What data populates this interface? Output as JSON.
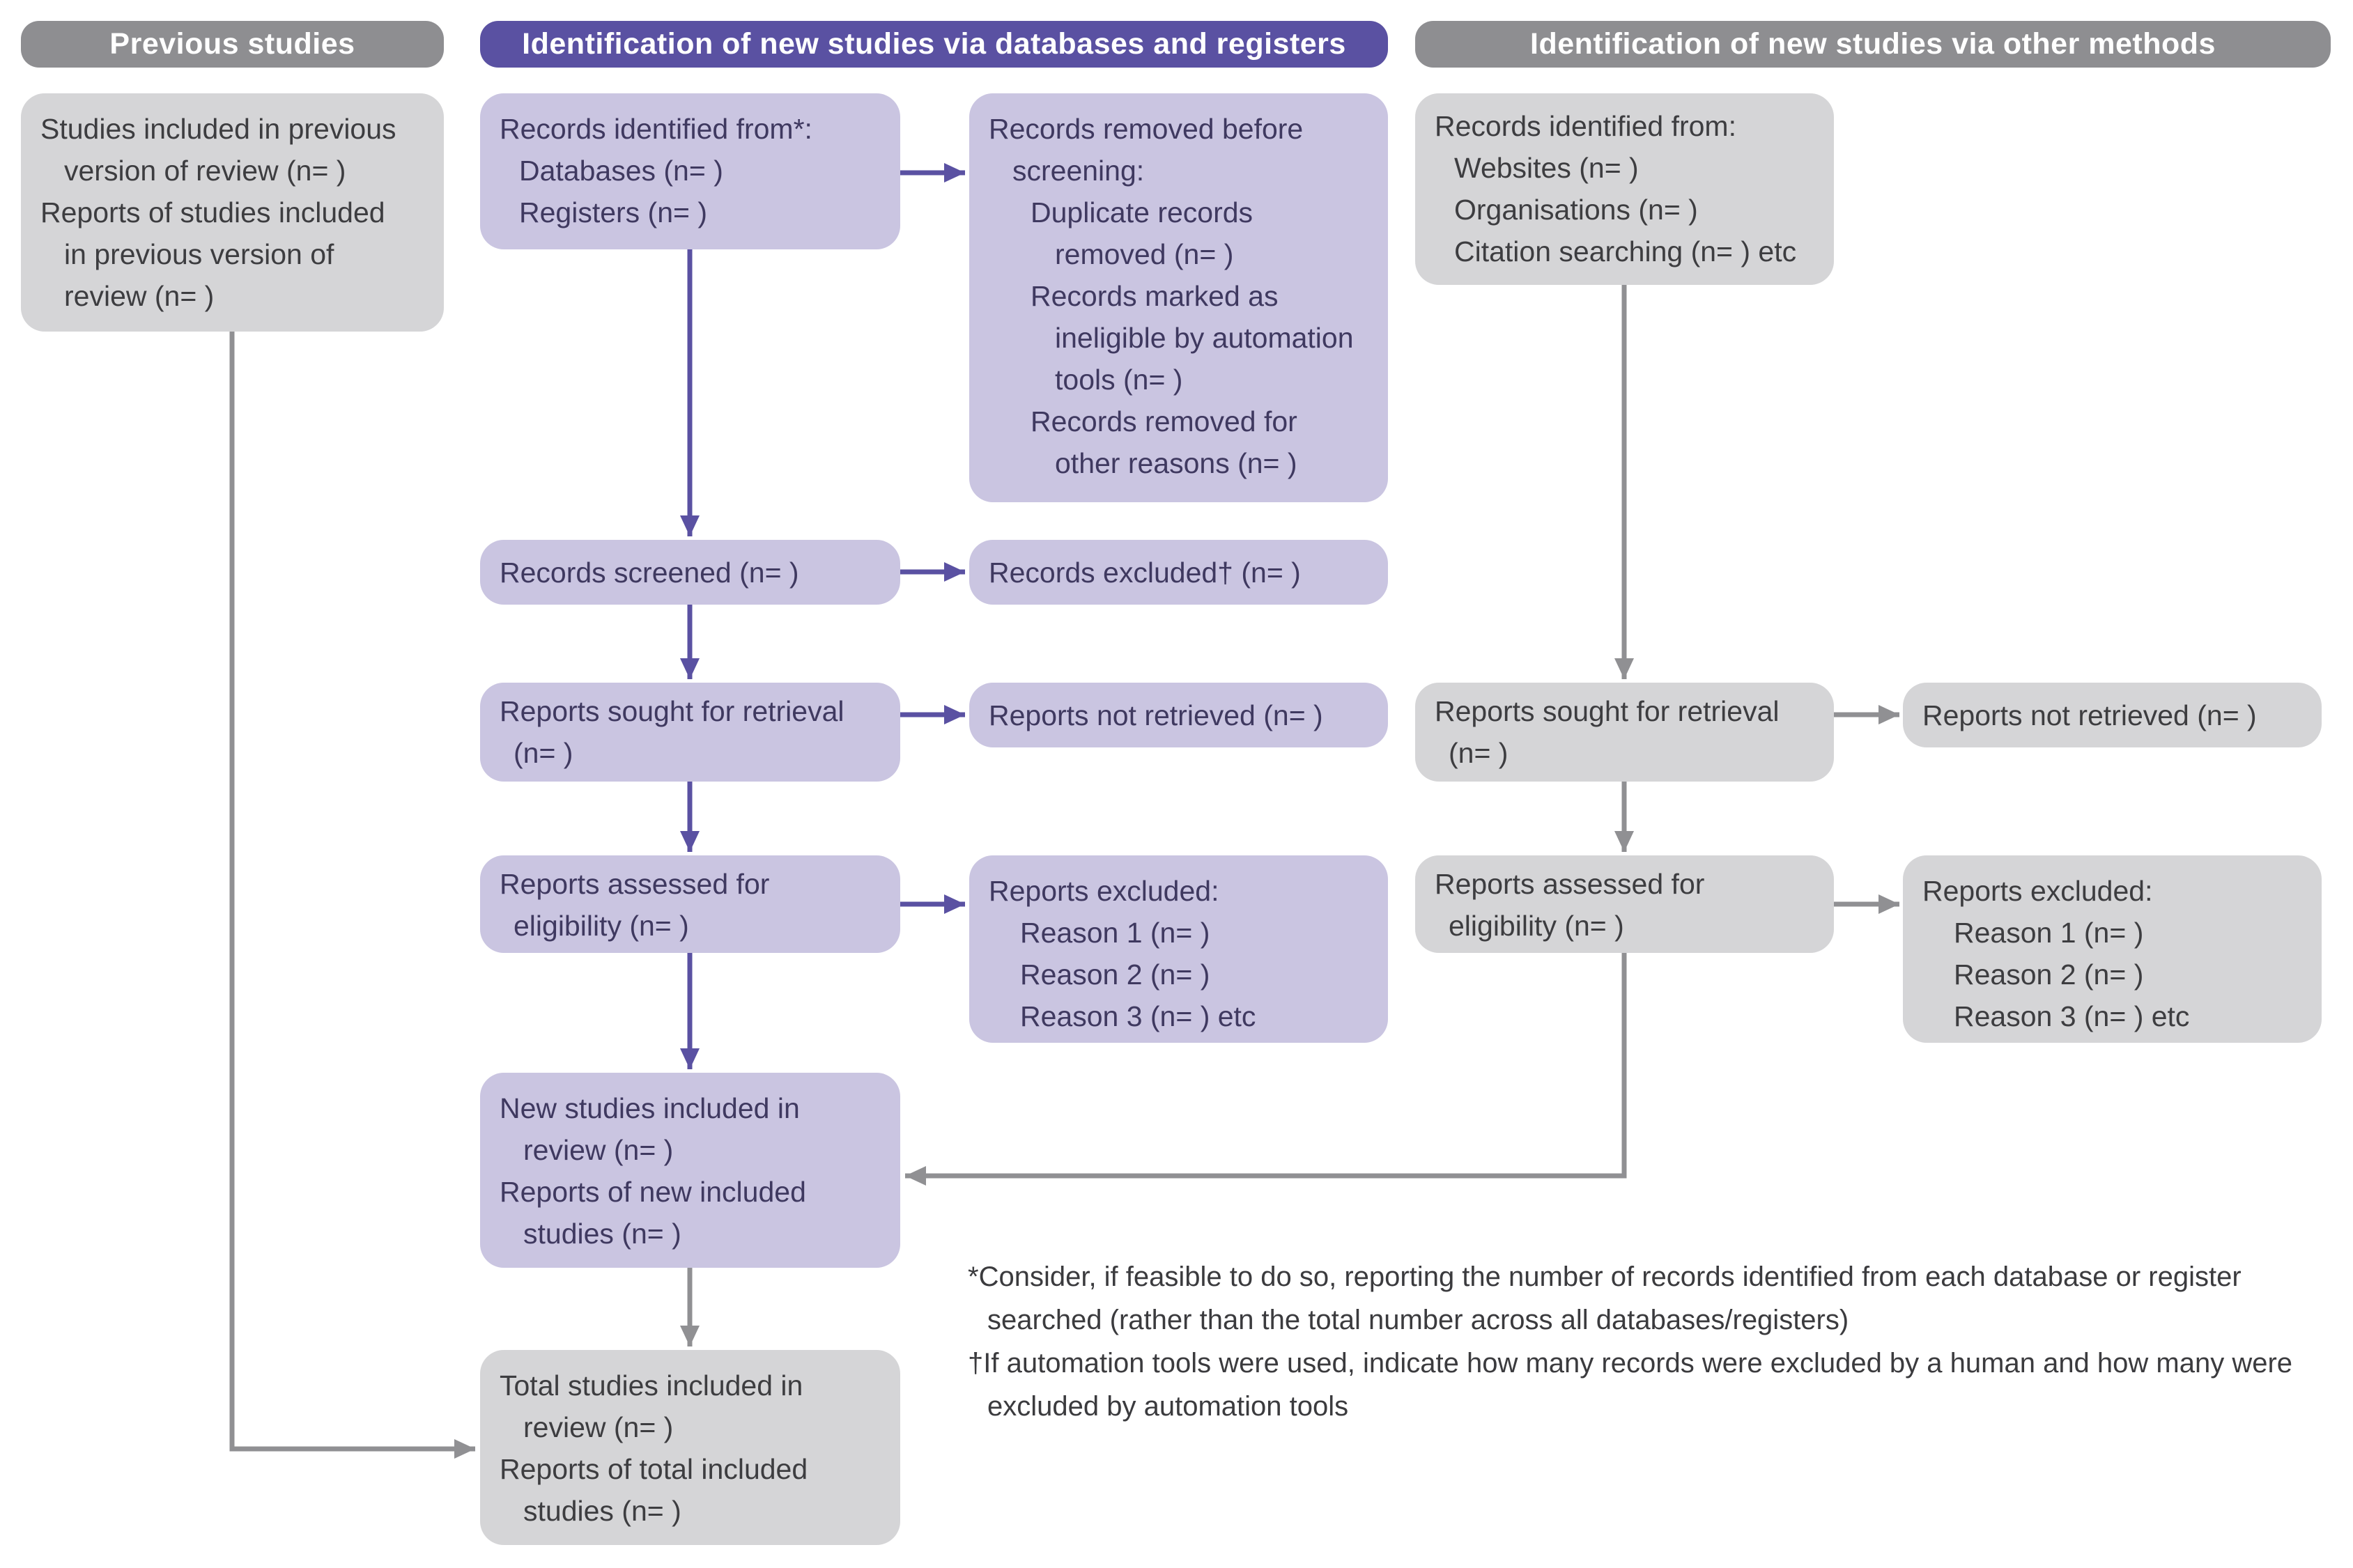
{
  "palette": {
    "purple_header_bg": "#5a51a2",
    "gray_header_bg": "#8e8e91",
    "purple_box_bg": "#cac5e1",
    "gray_box_bg": "#d5d5d7",
    "purple_arrow": "#5a51a2",
    "gray_arrow": "#909093",
    "purple_box_text": "#3f3960",
    "gray_box_text": "#3d3d40",
    "header_text": "#ffffff"
  },
  "headers": {
    "previous": "Previous studies",
    "databases": "Identification of new studies via databases and registers",
    "other": "Identification of new studies via other methods"
  },
  "boxes": {
    "previous_included": {
      "lines": [
        "Studies included in previous",
        "version of review (n= )",
        "Reports of studies included",
        "in previous version of",
        "review (n= )"
      ]
    },
    "records_identified_db": {
      "lines": [
        "Records identified from*:",
        "Databases (n= )",
        "Registers (n= )"
      ]
    },
    "records_removed": {
      "lines": [
        "Records removed before",
        "screening:",
        "Duplicate records",
        "removed (n= )",
        "Records marked as",
        "ineligible by automation",
        "tools (n= )",
        "Records removed for",
        "other reasons (n= )"
      ]
    },
    "records_identified_other": {
      "lines": [
        "Records identified from:",
        "Websites (n= )",
        "Organisations (n= )",
        "Citation searching (n= ) etc"
      ]
    },
    "records_screened": {
      "lines": [
        "Records screened (n= )"
      ]
    },
    "records_excluded": {
      "lines": [
        "Records excluded† (n= )"
      ]
    },
    "reports_sought_db": {
      "lines": [
        "Reports sought for retrieval",
        "(n= )"
      ]
    },
    "reports_not_retrieved_db": {
      "lines": [
        "Reports not retrieved (n= )"
      ]
    },
    "reports_sought_other": {
      "lines": [
        "Reports sought for retrieval",
        "(n= )"
      ]
    },
    "reports_not_retrieved_other": {
      "lines": [
        "Reports not retrieved (n= )"
      ]
    },
    "reports_assessed_db": {
      "lines": [
        "Reports assessed for",
        "eligibility (n= )"
      ]
    },
    "reports_excluded_db": {
      "lines": [
        "Reports excluded:",
        "Reason 1 (n= )",
        "Reason 2 (n= )",
        "Reason 3 (n= ) etc"
      ]
    },
    "reports_assessed_other": {
      "lines": [
        "Reports assessed for",
        "eligibility (n= )"
      ]
    },
    "reports_excluded_other": {
      "lines": [
        "Reports excluded:",
        "Reason 1 (n= )",
        "Reason 2 (n= )",
        "Reason 3 (n= ) etc"
      ]
    },
    "new_included": {
      "lines": [
        "New studies included in",
        "review (n= )",
        "Reports of new included",
        "studies (n= )"
      ]
    },
    "total_included": {
      "lines": [
        "Total studies included in",
        "review (n= )",
        "Reports of total included",
        "studies (n= )"
      ]
    }
  },
  "footnotes": {
    "lines": [
      "*Consider, if feasible to do so, reporting the number of records identified from each database or register",
      "searched (rather than the total number across all databases/registers)",
      "†If automation tools were used, indicate how many records were excluded by a human and how many were",
      "excluded by automation tools"
    ]
  }
}
